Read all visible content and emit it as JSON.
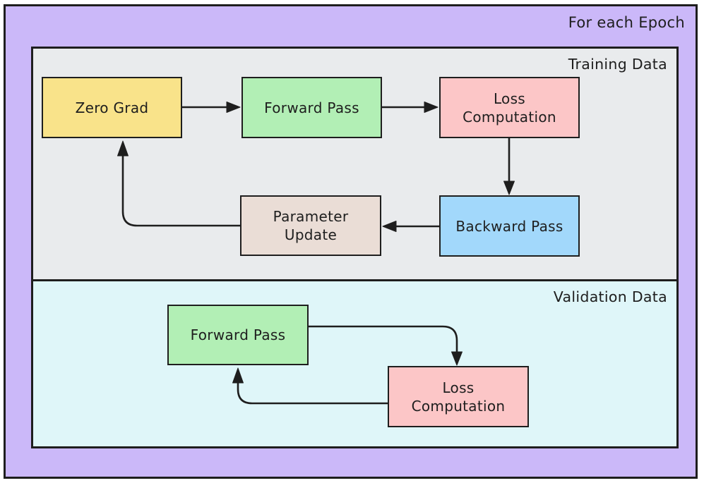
{
  "frame": {
    "label": "For each Epoch",
    "bg": "#CBB8F9",
    "border_color": "#1E1E1E"
  },
  "sections": {
    "training": {
      "label": "Training Data",
      "bg": "#E9EBED"
    },
    "validation": {
      "label": "Validation Data",
      "bg": "#DFF6F9"
    }
  },
  "nodes": {
    "zero_grad": {
      "label": "Zero Grad",
      "fill": "#F9E38A",
      "section": "training"
    },
    "forward_train": {
      "label": "Forward Pass",
      "fill": "#B2EFB5",
      "section": "training"
    },
    "loss_train": {
      "label": "Loss\nComputation",
      "fill": "#FCC6C7",
      "section": "training"
    },
    "backward": {
      "label": "Backward Pass",
      "fill": "#A2D8FB",
      "section": "training"
    },
    "param_update": {
      "label": "Parameter\nUpdate",
      "fill": "#EADDD6",
      "section": "training"
    },
    "forward_val": {
      "label": "Forward Pass",
      "fill": "#B2EFB5",
      "section": "validation"
    },
    "loss_val": {
      "label": "Loss\nComputation",
      "fill": "#FCC6C7",
      "section": "validation"
    }
  },
  "edges": [
    {
      "from": "zero_grad",
      "to": "forward_train"
    },
    {
      "from": "forward_train",
      "to": "loss_train"
    },
    {
      "from": "loss_train",
      "to": "backward"
    },
    {
      "from": "backward",
      "to": "param_update"
    },
    {
      "from": "param_update",
      "to": "zero_grad"
    },
    {
      "from": "forward_val",
      "to": "loss_val"
    },
    {
      "from": "loss_val",
      "to": "forward_val"
    }
  ],
  "arrow_color": "#1E1E1E"
}
